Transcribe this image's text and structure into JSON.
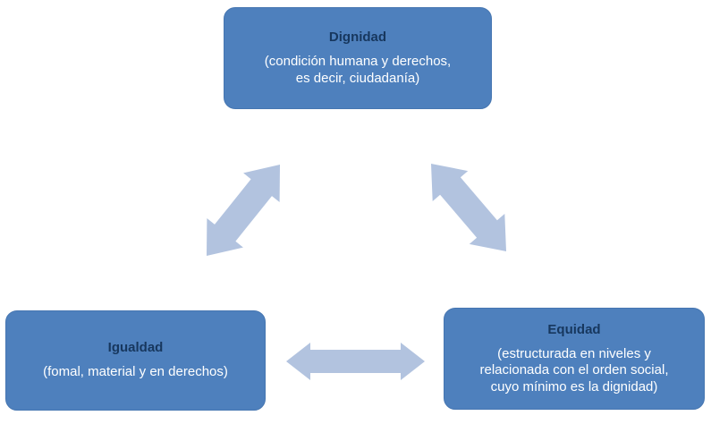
{
  "diagram": {
    "background": "#ffffff",
    "node_fill": "#4e80bd",
    "node_border": "#4676b1",
    "title_color": "#17375e",
    "subtitle_color": "#ffffff",
    "arrow_color": "#b2c3df",
    "nodes": [
      {
        "id": "dignidad",
        "title": "Dignidad",
        "subtitle": "(condición humana y derechos,\nes decir, ciudadanía)"
      },
      {
        "id": "igualdad",
        "title": "Igualdad",
        "subtitle": "(fomal, material y en derechos)"
      },
      {
        "id": "equidad",
        "title": "Equidad",
        "subtitle": "(estructurada en niveles y\nrelacionada con el orden social,\ncuyo mínimo es la dignidad)"
      }
    ],
    "connections": [
      {
        "from": "dignidad",
        "to": "igualdad",
        "type": "double-arrow"
      },
      {
        "from": "dignidad",
        "to": "equidad",
        "type": "double-arrow"
      },
      {
        "from": "igualdad",
        "to": "equidad",
        "type": "double-arrow"
      }
    ]
  }
}
